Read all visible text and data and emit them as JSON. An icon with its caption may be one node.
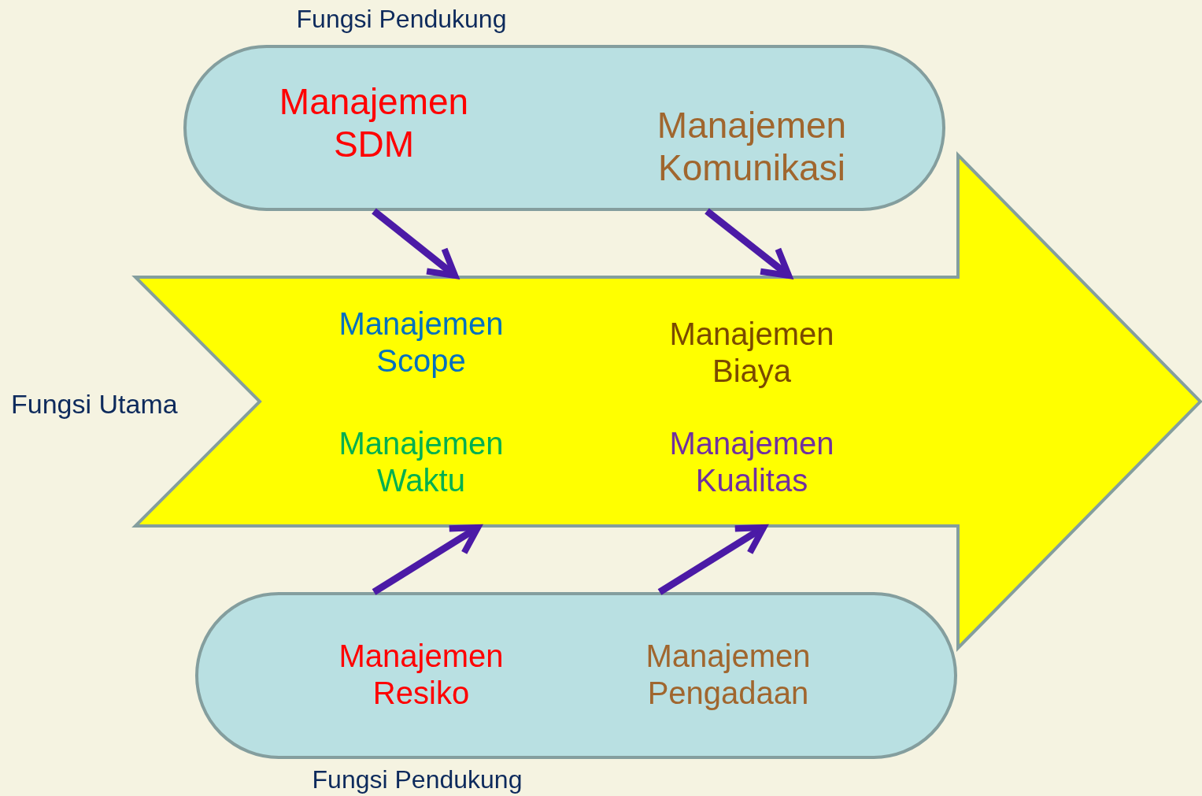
{
  "diagram": {
    "nodes": [
      {
        "text": [
          "Fungsi Pendukung",
          "Manajemen SDM",
          "Manajemen Komunikasi"
        ]
      },
      {
        "text": [
          "Fungsi Utama",
          "Manajemen Scope",
          "Manajemen Biaya",
          "Manajemen Waktu",
          "Manajemen Kualitas"
        ]
      },
      {
        "text": [
          "Manajemen Resiko",
          "Manajemen Pengadaan",
          "Fungsi Pendukung"
        ]
      }
    ],
    "edges": [
      {
        "from": 0,
        "to": 1,
        "arrow": "to"
      },
      {
        "from": 0,
        "to": 1,
        "arrow": "to"
      },
      {
        "from": 2,
        "to": 1,
        "arrow": "to"
      },
      {
        "from": 2,
        "to": 1,
        "arrow": "to"
      }
    ]
  }
}
